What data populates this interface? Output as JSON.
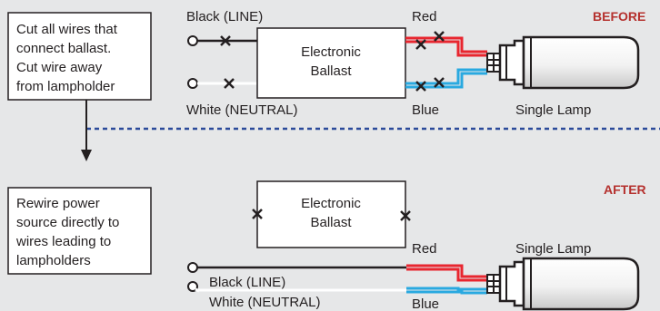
{
  "colors": {
    "background": "#e6e7e8",
    "accent": "#b5312e",
    "red_wire": "#e8262f",
    "blue_wire": "#29a9e0",
    "divider": "#2b4a9a"
  },
  "before": {
    "tag": "BEFORE",
    "instruction": [
      "Cut all wires that",
      "connect ballast.",
      "Cut wire away",
      "from lampholder"
    ],
    "black_label": "Black (LINE)",
    "white_label": "White (NEUTRAL)",
    "red_label": "Red",
    "blue_label": "Blue",
    "ballast": [
      "Electronic",
      "Ballast"
    ],
    "lamp_label": "Single Lamp"
  },
  "after": {
    "tag": "AFTER",
    "instruction": [
      "Rewire power",
      "source directly to",
      "wires leading to",
      "lampholders"
    ],
    "black_label": "Black (LINE)",
    "white_label": "White (NEUTRAL)",
    "red_label": "Red",
    "blue_label": "Blue",
    "ballast": [
      "Electronic",
      "Ballast"
    ],
    "lamp_label": "Single Lamp"
  }
}
